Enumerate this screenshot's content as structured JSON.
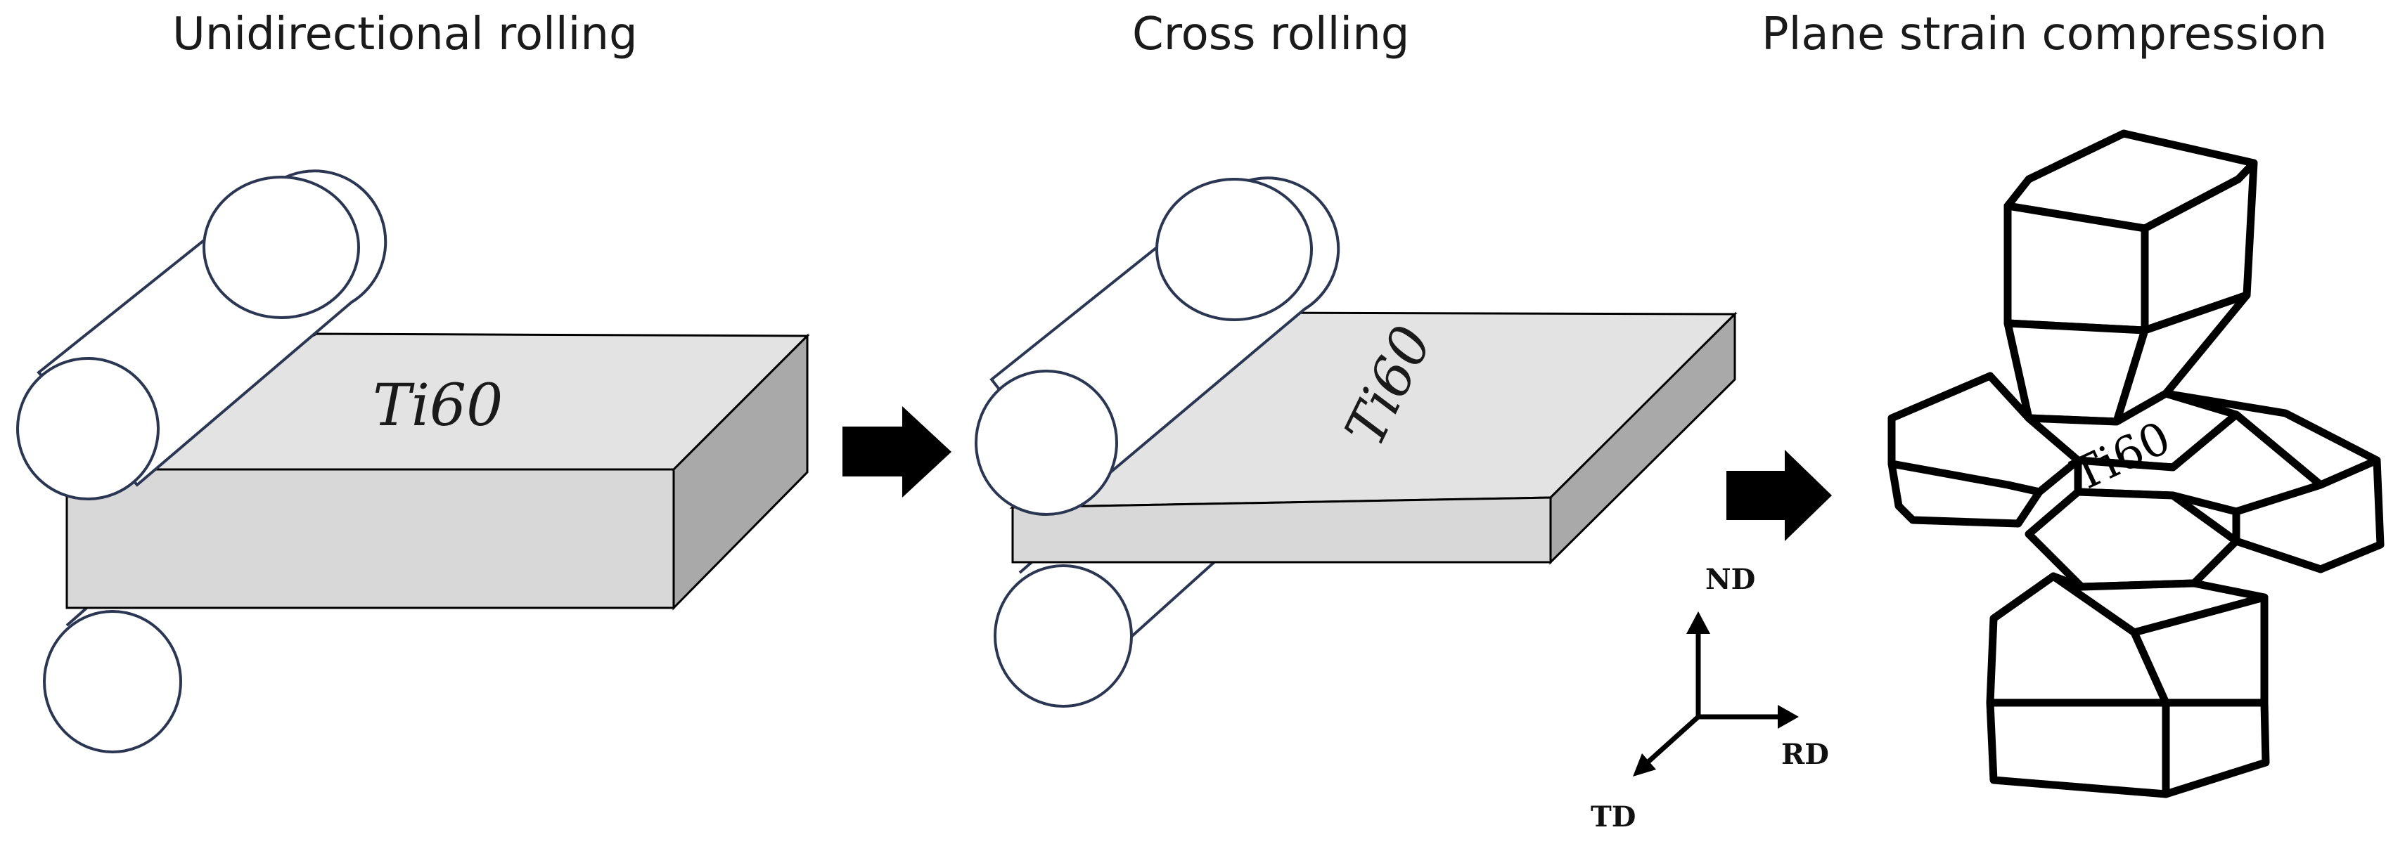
{
  "titles": {
    "unidirectional": "Unidirectional rolling",
    "cross": "Cross rolling",
    "compression": "Plane strain compression"
  },
  "specimen_label": "Ti60",
  "axes": {
    "nd": "ND",
    "rd": "RD",
    "td": "TD"
  },
  "colors": {
    "plate_top": "#e3e3e3",
    "plate_front": "#d8d8d8",
    "plate_side": "#a9a9a9",
    "roller_stroke": "#2b3652",
    "arrow": "#000000"
  }
}
